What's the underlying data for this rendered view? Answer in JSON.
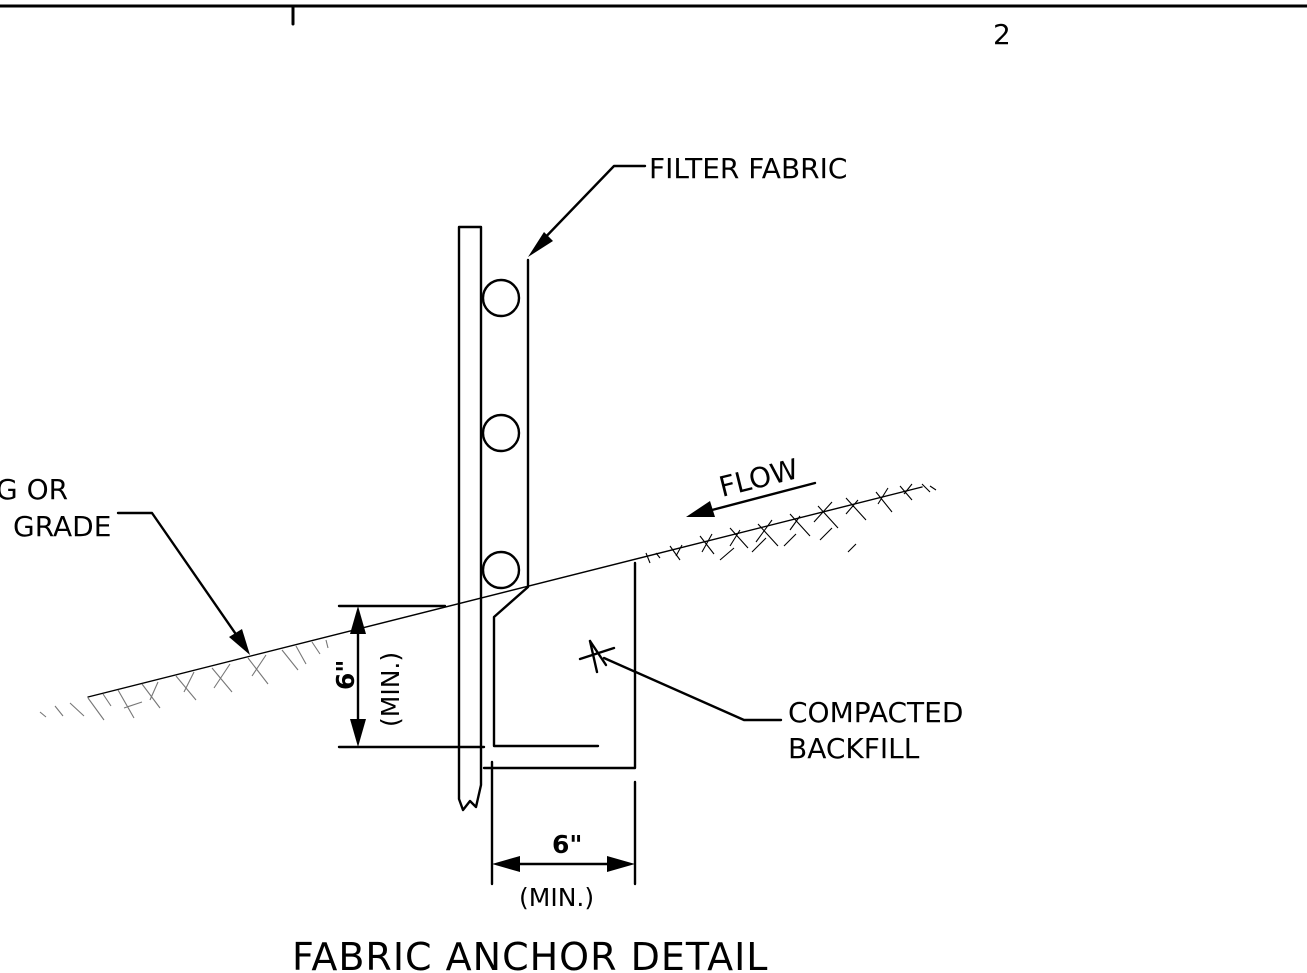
{
  "sheet": {
    "number": "2"
  },
  "labels": {
    "filter_fabric": "FILTER FABRIC",
    "flow": "FLOW",
    "grade_line1": "G  OR",
    "grade_line2": "GRADE",
    "compacted_line1": "COMPACTED",
    "compacted_line2": "BACKFILL",
    "title": "FABRIC  ANCHOR  DETAIL"
  },
  "dimensions": {
    "depth_value": "6\"",
    "depth_note": "(MIN.)",
    "width_value": "6\"",
    "width_note": "(MIN.)"
  }
}
